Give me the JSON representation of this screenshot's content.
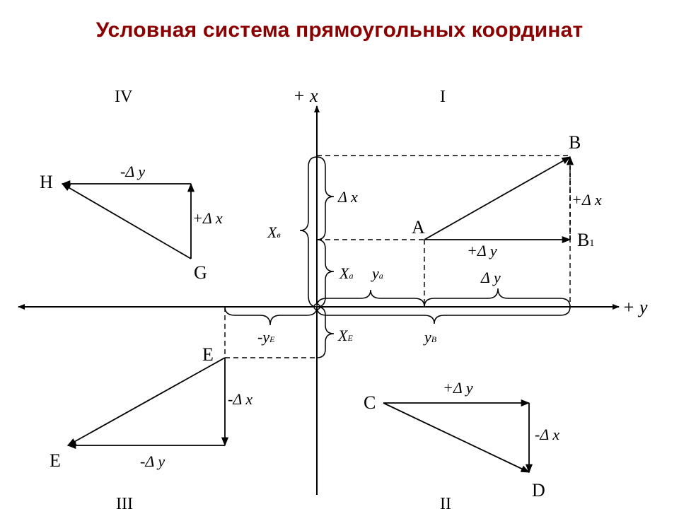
{
  "title": "Условная система прямоугольных координат",
  "axes": {
    "x_axis_label": "+ x",
    "y_axis_label": "+ y"
  },
  "quadrants": {
    "q1": "I",
    "q2": "II",
    "q3": "III",
    "q4": "IV"
  },
  "points": {
    "A": "A",
    "B": "B",
    "B1_letter": "B",
    "B1_sub": "1",
    "C": "C",
    "D": "D",
    "E_upper": "E",
    "E_lower": "E",
    "G": "G",
    "H": "H"
  },
  "increments": {
    "AB1": "+Δ y",
    "B1B": "+Δ x",
    "CD_horizontal": "+Δ y",
    "CD_vertical": "-Δ x",
    "E_vertical": "-Δ x",
    "E_horizontal": "-Δ y",
    "GH_vertical": "+Δ x",
    "GH_horizontal": "-Δ y"
  },
  "braces": {
    "delta_x": "Δ x",
    "xb_main": "X",
    "xb_sub": "в",
    "xa_main": "X",
    "xa_sub": "a",
    "ya_main": "y",
    "ya_sub": "a",
    "delta_y": "Δ y",
    "yb_main": "y",
    "yb_sub": "B",
    "neg_ye_main": "-y",
    "neg_ye_sub": "E",
    "xe_main": "X",
    "xe_sub": "E"
  },
  "colors": {
    "title": "#8b0000",
    "lines": "#000000",
    "background": "#ffffff"
  }
}
